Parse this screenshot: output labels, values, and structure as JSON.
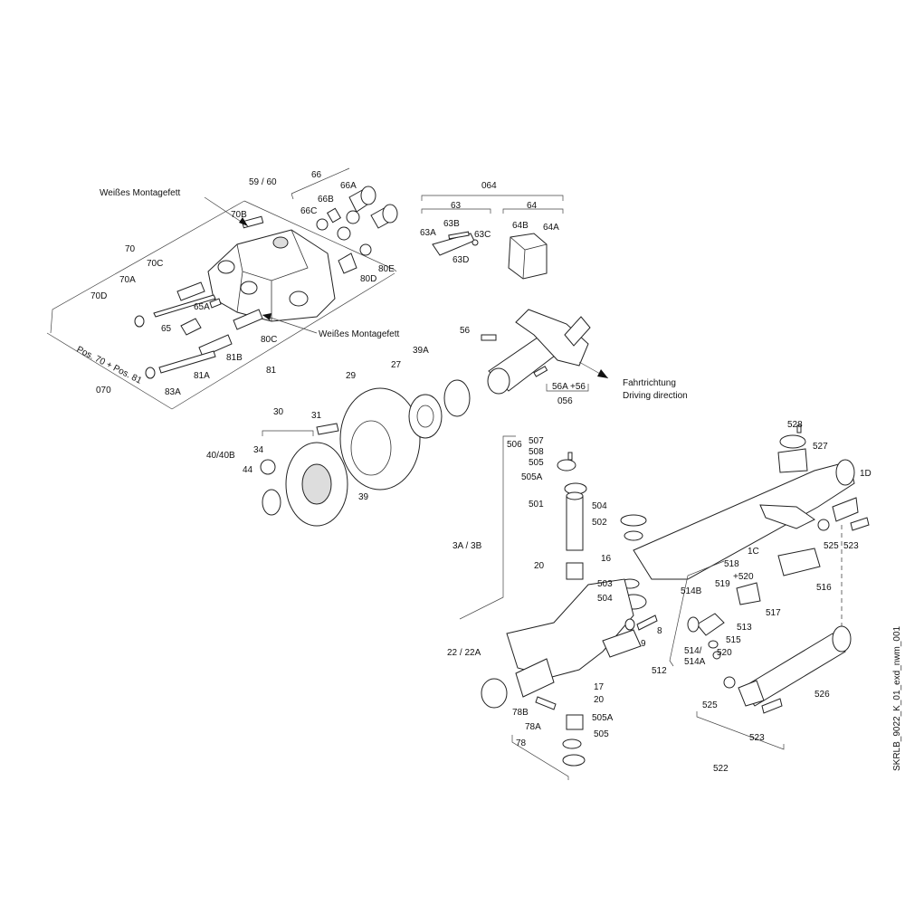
{
  "drawing_id": "SKRLB_9022_K_01_exd_nwm_001",
  "notes": {
    "grease_top": "Weißes Montagefett",
    "grease_mid": "Weißes Montagefett",
    "pos_range": "Pos. 70 + Pos. 81",
    "direction_de": "Fahrtrichtung",
    "direction_en": "Driving direction"
  },
  "labels": {
    "l59_60": "59 / 60",
    "l66": "66",
    "l66A": "66A",
    "l66B": "66B",
    "l66C": "66C",
    "l80E": "80E",
    "l80D": "80D",
    "l70B": "70B",
    "l70": "70",
    "l70C": "70C",
    "l70A": "70A",
    "l70D": "70D",
    "l65A": "65A",
    "l65": "65",
    "l80C": "80C",
    "l81B": "81B",
    "l81A": "81A",
    "l81": "81",
    "l83A": "83A",
    "l070": "070",
    "l064": "064",
    "l63": "63",
    "l64": "64",
    "l63B": "63B",
    "l63A": "63A",
    "l63C": "63C",
    "l63D": "63D",
    "l64B": "64B",
    "l64A": "64A",
    "l56": "56",
    "l56A56": "56A  +56",
    "l056": "056",
    "l39A": "39A",
    "l27": "27",
    "l29": "29",
    "l30": "30",
    "l31": "31",
    "l34": "34",
    "l40_40B": "40/40B",
    "l44": "44",
    "l39": "39",
    "l528": "528",
    "l527": "527",
    "l1D": "1D",
    "l1C": "1C",
    "l525a": "525",
    "l523a": "523",
    "l516": "516",
    "l506": "506",
    "l507": "507",
    "l508": "508",
    "l505a": "505",
    "l505A_a": "505A",
    "l501": "501",
    "l504a": "504",
    "l502": "502",
    "l3A_3B": "3A / 3B",
    "l16": "16",
    "l20a": "20",
    "l503": "503",
    "l504b": "504",
    "l518": "518",
    "l519": "519",
    "l520p": "+520",
    "l514B": "514B",
    "l517": "517",
    "l8": "8",
    "l513": "513",
    "l515": "515",
    "l9": "9",
    "l514_514A_1": "514/",
    "l514_514A_2": "514A",
    "l520": "520",
    "l512": "512",
    "l22_22A": "22 / 22A",
    "l17": "17",
    "l78B": "78B",
    "l78A": "78A",
    "l20b": "20",
    "l505A_b": "505A",
    "l78": "78",
    "l505b": "505",
    "l526": "526",
    "l525b": "525",
    "l523b": "523",
    "l522": "522"
  }
}
